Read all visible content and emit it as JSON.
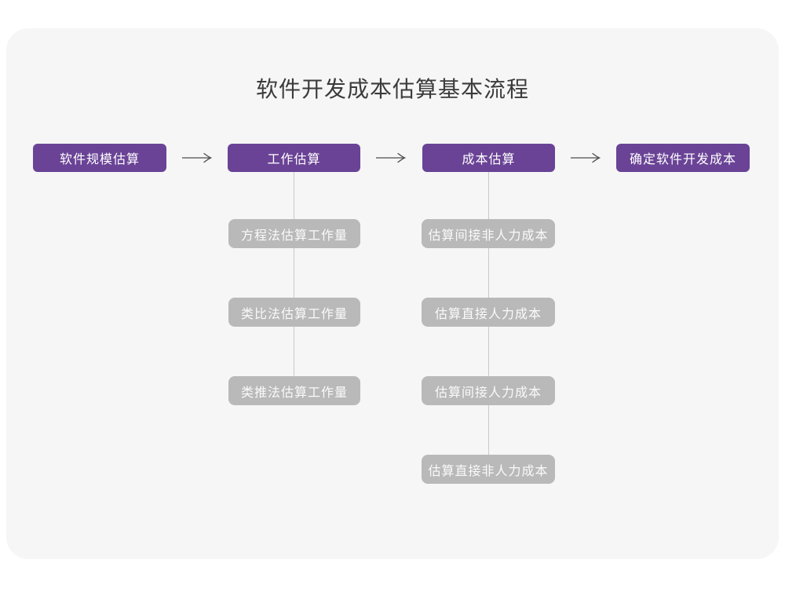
{
  "title": "软件开发成本估算基本流程",
  "colors": {
    "card_background": "#f6f6f6",
    "stage_fill": "#6a4396",
    "stage_text": "#ffffff",
    "substep_fill": "#b9b9b9",
    "substep_text": "#fafafa",
    "connector": "#c9c9c9",
    "arrow": "#4d4d4d",
    "title_text": "#3b3b3b"
  },
  "flow": {
    "nodes": [
      {
        "label": "软件规模估算"
      },
      {
        "label": "工作估算"
      },
      {
        "label": "成本估算"
      },
      {
        "label": "确定软件开发成本"
      }
    ]
  },
  "substeps": {
    "work_estimation": [
      "方程法估算工作量",
      "类比法估算工作量",
      "类推法估算工作量"
    ],
    "cost_estimation": [
      "估算间接非人力成本",
      "估算直接人力成本",
      "估算间接人力成本",
      "估算直接非人力成本"
    ]
  }
}
